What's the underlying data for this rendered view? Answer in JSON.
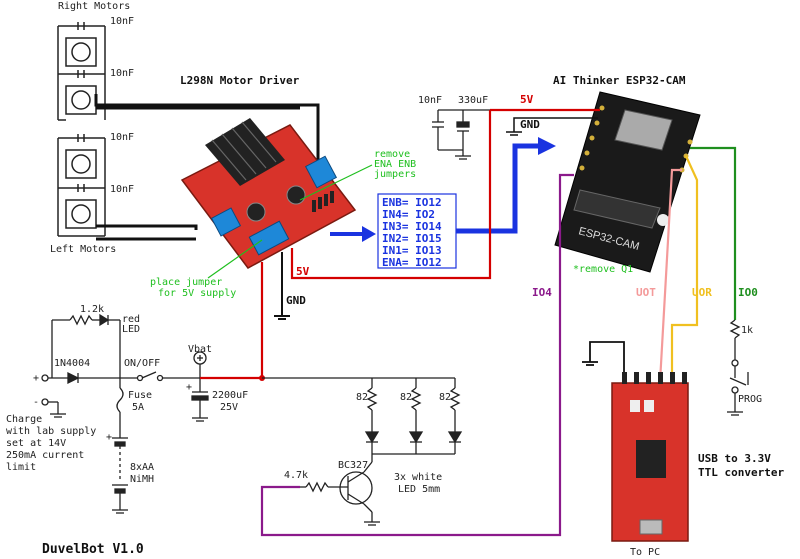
{
  "title": "DuvelBot V1.0",
  "boards": {
    "motor_driver": "L298N Motor Driver",
    "esp32": "AI Thinker ESP32-CAM",
    "esp32_silk": "ESP32-CAM",
    "converter_line1": "USB to 3.3V",
    "converter_line2": "TTL converter",
    "to_pc": "To PC"
  },
  "motors": {
    "right": "Right Motors",
    "left": "Left Motors",
    "caps": [
      "10nF",
      "10nF",
      "10nF",
      "10nF"
    ]
  },
  "annotations": {
    "remove_jumpers": [
      "remove",
      "ENA ENB",
      "jumpers"
    ],
    "place_jumper": [
      "place jumper",
      "for 5V supply"
    ],
    "remove_q1": "*remove Q1"
  },
  "pin_map": [
    "ENB= IO12",
    "IN4= IO2",
    "IN3= IO14",
    "IN2= IO15",
    "IN1= IO13",
    "ENA= IO12"
  ],
  "power": {
    "cap_small": "10nF",
    "cap_big": "330uF",
    "v5_top": "5V",
    "gnd_top": "GND",
    "v5_driver": "5V",
    "gnd_driver": "GND",
    "vbat": "Vbat",
    "bulk_cap": "2200uF",
    "bulk_cap_v": "25V"
  },
  "signals": {
    "io4": "IO4",
    "uot": "UOT",
    "uor": "UOR",
    "io0": "IO0"
  },
  "components": {
    "r_led": "1.2k",
    "red_led": [
      "red",
      "LED"
    ],
    "diode": "1N4004",
    "switch": "ON/OFF",
    "fuse": [
      "Fuse",
      "5A"
    ],
    "battery": [
      "8xAA",
      "NiMH"
    ],
    "r_prog": "1k",
    "prog": "PROG",
    "r_led1": "82",
    "r_led2": "82",
    "r_led3": "82",
    "transistor": "BC327",
    "r_base": "4.7k",
    "leds": [
      "3x white",
      "LED 5mm"
    ],
    "plus": "+",
    "minus": "-",
    "plus_cap": "+"
  },
  "charge_note": [
    "Charge",
    "with lab supply",
    "set at 14V",
    "250mA current",
    "limit"
  ],
  "colors": {
    "power_red": "#d40000",
    "signal_blue": "#1a33e0",
    "io4_purple": "#8b1a8b",
    "uot_pink": "#f49a9a",
    "uor_yellow": "#f0c020",
    "io0_green": "#1f8f1f",
    "board_red": "#d8332a",
    "annotation_green": "#1fbf1f"
  }
}
